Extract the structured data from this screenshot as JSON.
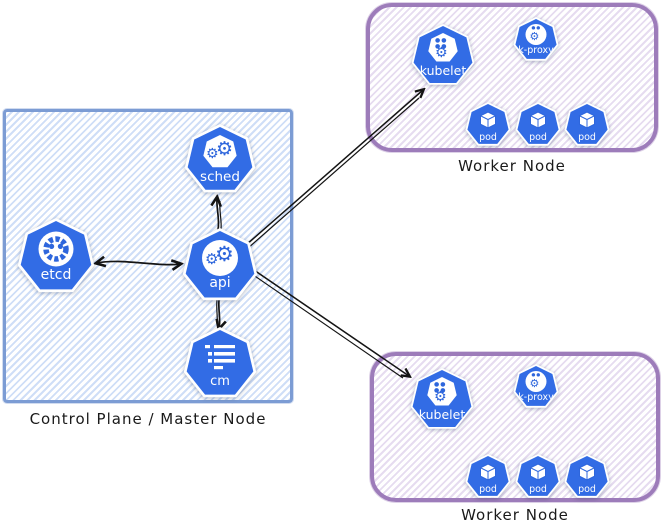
{
  "colors": {
    "node_blue": "#326CE5",
    "control_plane_border": "#7C9CD4",
    "control_plane_hatch": "#CFDEF7",
    "worker_border": "#9D7CBA",
    "worker_hatch": "#E6DCF0",
    "arrow": "#141414",
    "label_text": "#1A1A1A"
  },
  "control_plane": {
    "label": "Control Plane / Master Node",
    "etcd": {
      "label": "etcd"
    },
    "api": {
      "label": "api"
    },
    "sched": {
      "label": "sched"
    },
    "cm": {
      "label": "cm"
    }
  },
  "workers": [
    {
      "label": "Worker Node",
      "kubelet": {
        "label": "kubelet"
      },
      "kproxy": {
        "label": "k-proxy"
      },
      "pods": [
        {
          "label": "pod"
        },
        {
          "label": "pod"
        },
        {
          "label": "pod"
        }
      ]
    },
    {
      "label": "Worker Node",
      "kubelet": {
        "label": "kubelet"
      },
      "kproxy": {
        "label": "k-proxy"
      },
      "pods": [
        {
          "label": "pod"
        },
        {
          "label": "pod"
        },
        {
          "label": "pod"
        }
      ]
    }
  ],
  "connections": [
    "etcd <-> api",
    "api -> sched",
    "api -> cm",
    "api -> kubelet (worker 1)",
    "api -> kubelet (worker 2)"
  ]
}
